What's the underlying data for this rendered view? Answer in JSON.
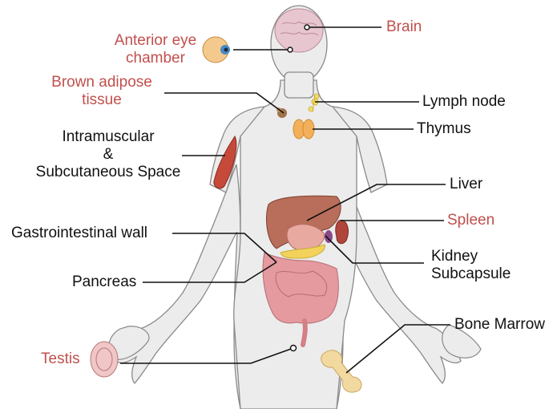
{
  "colors": {
    "label_dark": "#111111",
    "label_red": "#c0504d",
    "body_fill": "#ececec",
    "body_outline": "#8a8a8a",
    "leader_line": "#111111"
  },
  "labels": {
    "brain": "Brain",
    "anterior_eye_line1": "Anterior eye",
    "anterior_eye_line2": "chamber",
    "brown_adipose_line1": "Brown adipose",
    "brown_adipose_line2": "tissue",
    "lymph_node": "Lymph node",
    "thymus": "Thymus",
    "intramuscular_line1": "Intramuscular",
    "intramuscular_line2": "&",
    "intramuscular_line3": "Subcutaneous Space",
    "liver": "Liver",
    "spleen": "Spleen",
    "gastrointestinal_wall": "Gastrointestinal wall",
    "kidney_line1": "Kidney",
    "kidney_line2": "Subcapsule",
    "pancreas": "Pancreas",
    "bone_marrow": "Bone Marrow",
    "testis": "Testis"
  },
  "icons": [
    "brain-icon",
    "eye-icon",
    "brown-fat-icon",
    "lymph-node-icon",
    "thymus-icon",
    "muscle-icon",
    "liver-icon",
    "stomach-icon",
    "spleen-icon",
    "kidney-icon",
    "pancreas-icon",
    "intestine-icon",
    "femur-icon",
    "testis-icon"
  ]
}
